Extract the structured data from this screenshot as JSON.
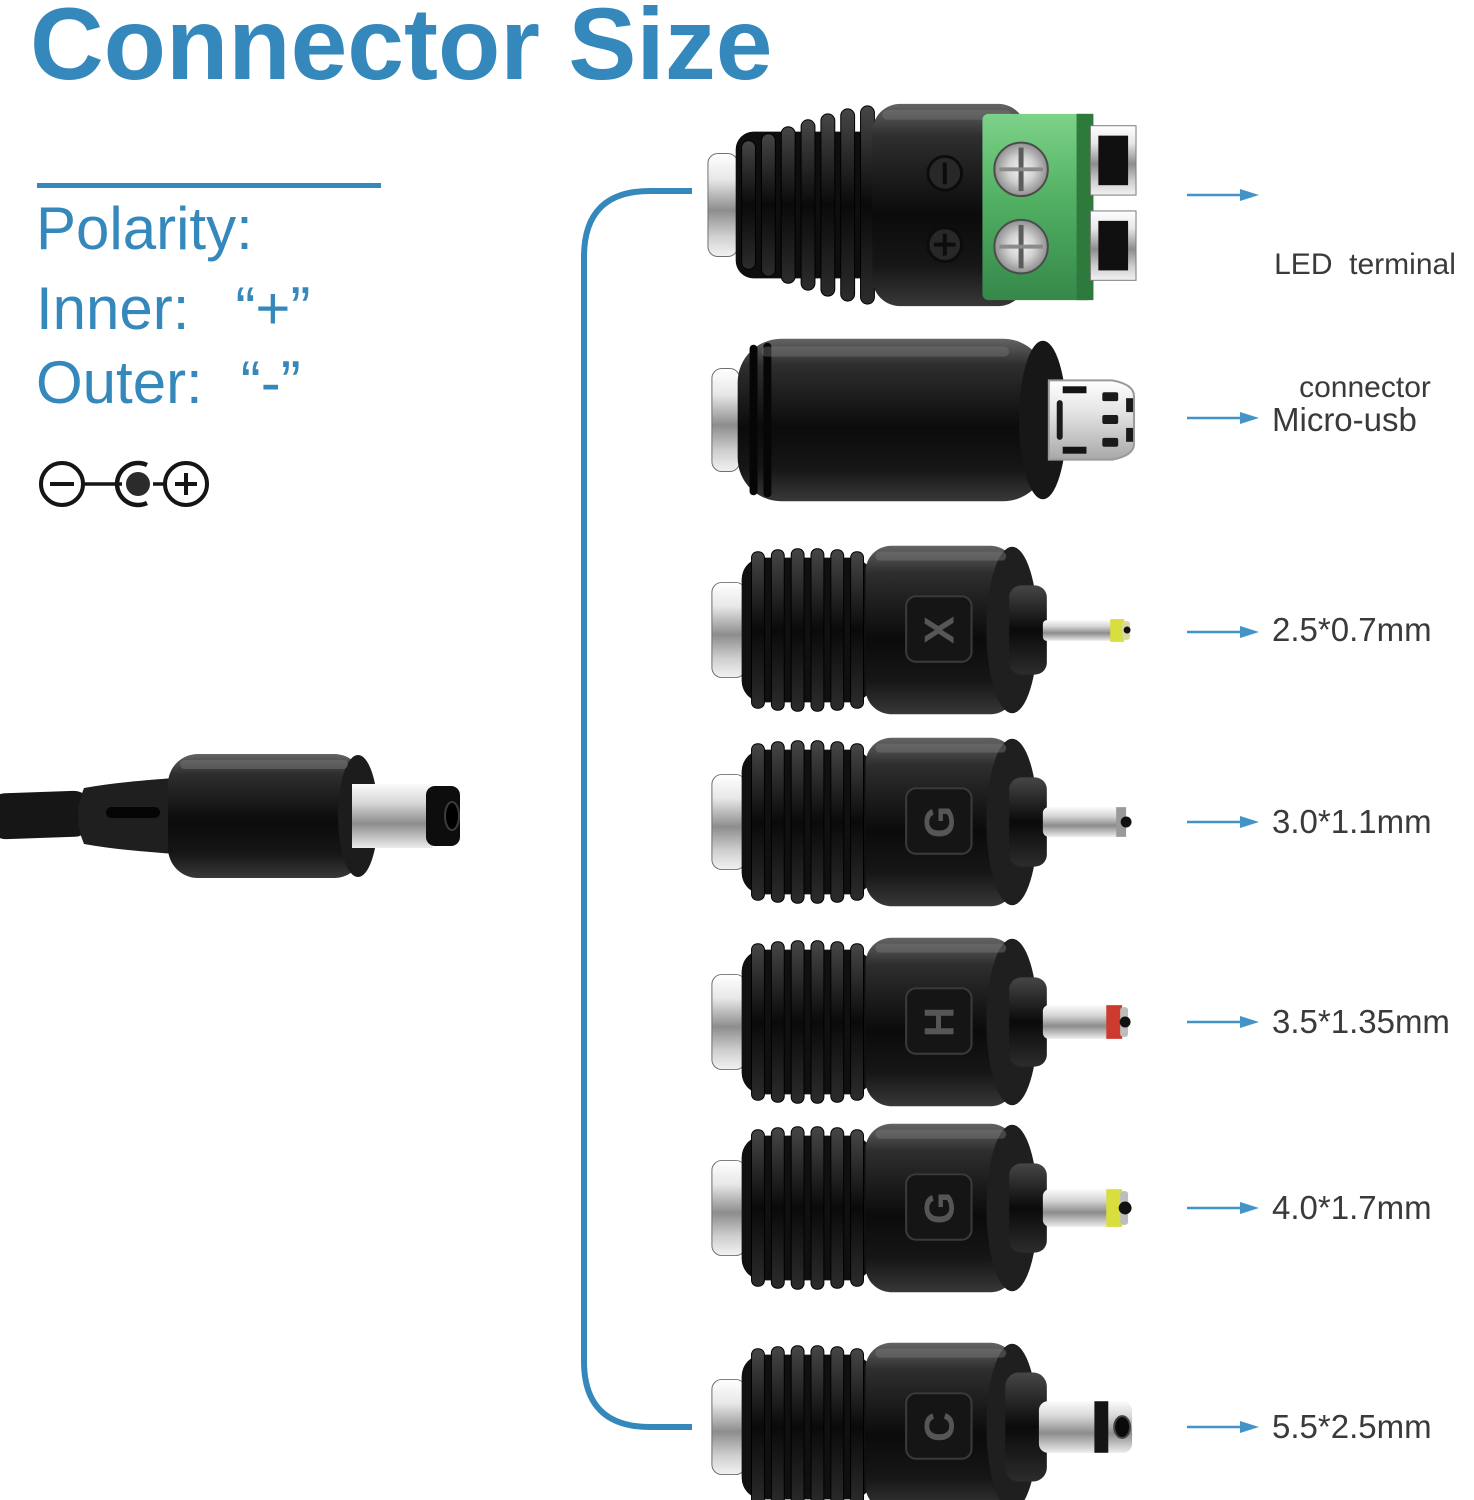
{
  "title": "Connector Size",
  "colors": {
    "accent_blue": "#3588bb",
    "arrow_blue": "#4493c6",
    "label_gray": "#3a3a3a",
    "terminal_green": "#52b163"
  },
  "polarity": {
    "heading": "Polarity:",
    "inner_label": "Inner:",
    "inner_value": "“+”",
    "outer_label": "Outer:",
    "outer_value": "“-”",
    "symbol_icon": "center-positive-polarity"
  },
  "connectors": [
    {
      "type": "led-terminal",
      "label_line1": "LED  terminal",
      "label_line2": "connector"
    },
    {
      "type": "micro-usb",
      "label": "Micro-usb"
    },
    {
      "type": "dc-plug",
      "label": "2.5*0.7mm",
      "marking": "X",
      "tip_color": "#d9de3f"
    },
    {
      "type": "dc-plug",
      "label": "3.0*1.1mm",
      "marking": "G",
      "tip_color": "#9a9a9a"
    },
    {
      "type": "dc-plug",
      "label": "3.5*1.35mm",
      "marking": "H",
      "tip_color": "#cd3a2e"
    },
    {
      "type": "dc-plug",
      "label": "4.0*1.7mm",
      "marking": "G",
      "tip_color": "#d9de3f"
    },
    {
      "type": "dc-plug",
      "label": "5.5*2.5mm",
      "marking": "C",
      "tip_color": "#141414"
    }
  ]
}
